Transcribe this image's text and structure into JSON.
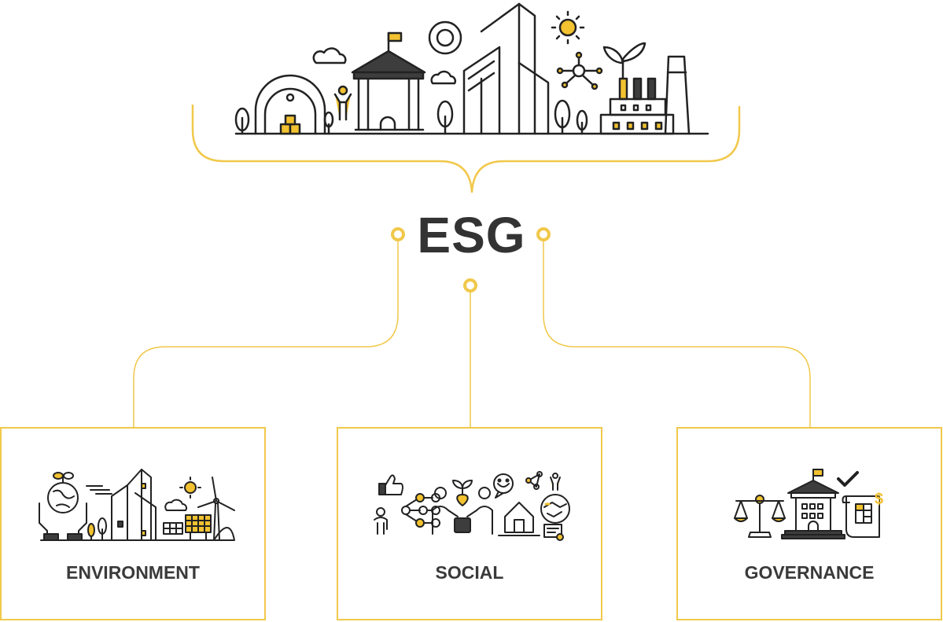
{
  "title": "ESG",
  "colors": {
    "accent": "#f1c84b",
    "icon_fill": "#f2c230",
    "ink": "#333333",
    "dark": "#3d3d3d"
  },
  "pillars": [
    {
      "label": "ENVIRONMENT"
    },
    {
      "label": "SOCIAL"
    },
    {
      "label": "GOVERNANCE"
    }
  ]
}
